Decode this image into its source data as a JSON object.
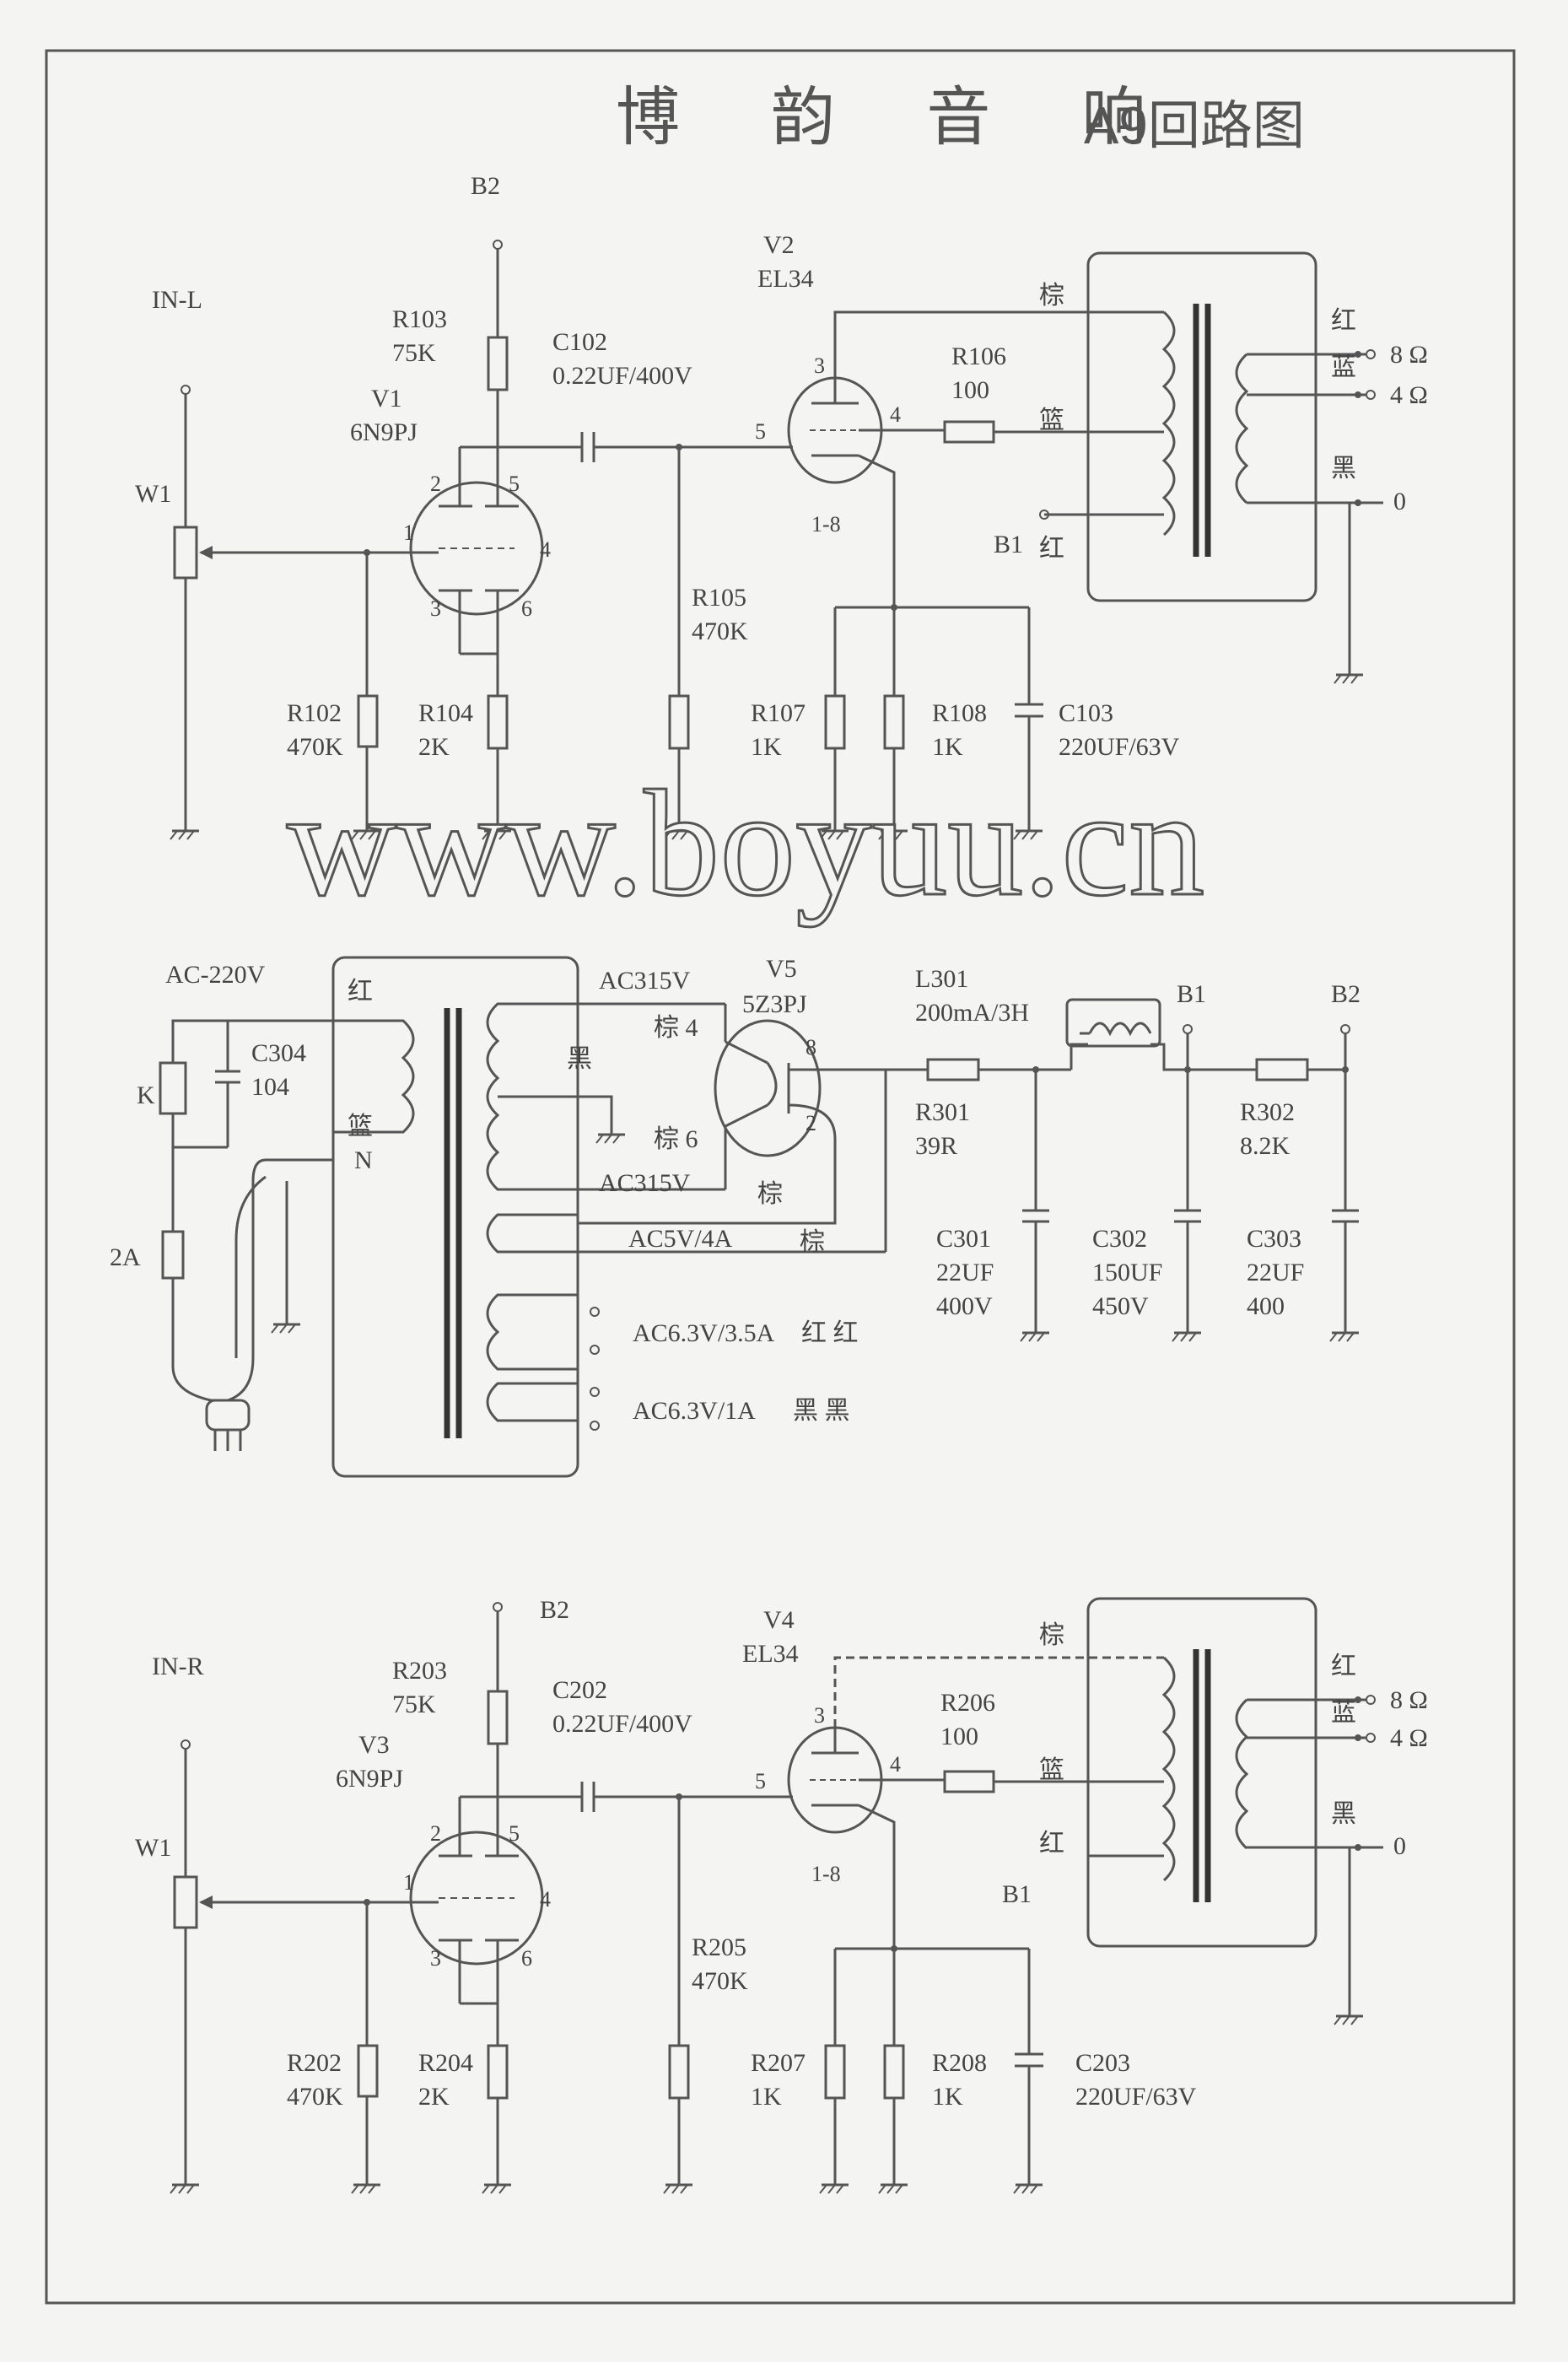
{
  "title": "博 韵 音 响",
  "subtitle": "A9回路图",
  "watermark": "www.boyuu.cn",
  "left_channel": {
    "input": "IN-L",
    "pot": "W1",
    "supply": "B2",
    "r103_name": "R103",
    "r103_val": "75K",
    "c102_name": "C102",
    "c102_val": "0.22UF/400V",
    "v1_name": "V1",
    "v1_type": "6N9PJ",
    "r102_name": "R102",
    "r102_val": "470K",
    "r104_name": "R104",
    "r104_val": "2K",
    "r105_name": "R105",
    "r105_val": "470K",
    "v2_name": "V2",
    "v2_type": "EL34",
    "r106_name": "R106",
    "r106_val": "100",
    "r107_name": "R107",
    "r107_val": "1K",
    "r108_name": "R108",
    "r108_val": "1K",
    "c103_name": "C103",
    "c103_val": "220UF/63V",
    "b1": "B1",
    "pins": {
      "p1": "1",
      "p2": "2",
      "p3": "3",
      "p4": "4",
      "p5": "5",
      "p6": "6",
      "op3": "3",
      "op4": "4",
      "op5": "5",
      "op18": "1-8"
    },
    "out_brown": "棕",
    "out_basket": "篮",
    "out_red": "红",
    "sec_red": "红",
    "sec_blue": "蓝",
    "sec_black": "黑",
    "tap8": "8 Ω",
    "tap4": "4 Ω",
    "tap0": "0"
  },
  "power": {
    "mains": "AC-220V",
    "c304_name": "C304",
    "c304_val": "104",
    "switch": "K",
    "fuse": "2A",
    "pri_red": "红",
    "pri_basket": "篮",
    "pri_n": "N",
    "hv1": "AC315V",
    "hv2": "AC315V",
    "black": "黑",
    "brown4": "棕 4",
    "brown6": "棕 6",
    "v5_name": "V5",
    "v5_type": "5Z3PJ",
    "pin8": "8",
    "pin2": "2",
    "rect_brown": "棕",
    "ac5v": "AC5V/4A",
    "ac5v_brown": "棕",
    "ac63a": "AC6.3V/3.5A",
    "ac63a_col": "红 红",
    "ac63b": "AC6.3V/1A",
    "ac63b_col": "黑 黑",
    "l301_name": "L301",
    "l301_val": "200mA/3H",
    "r301_name": "R301",
    "r301_val": "39R",
    "b1": "B1",
    "b2": "B2",
    "r302_name": "R302",
    "r302_val": "8.2K",
    "c301_name": "C301",
    "c301_v1": "22UF",
    "c301_v2": "400V",
    "c302_name": "C302",
    "c302_v1": "150UF",
    "c302_v2": "450V",
    "c303_name": "C303",
    "c303_v1": "22UF",
    "c303_v2": "400"
  },
  "right_channel": {
    "input": "IN-R",
    "pot": "W1",
    "supply": "B2",
    "r203_name": "R203",
    "r203_val": "75K",
    "c202_name": "C202",
    "c202_val": "0.22UF/400V",
    "v3_name": "V3",
    "v3_type": "6N9PJ",
    "r202_name": "R202",
    "r202_val": "470K",
    "r204_name": "R204",
    "r204_val": "2K",
    "r205_name": "R205",
    "r205_val": "470K",
    "v4_name": "V4",
    "v4_type": "EL34",
    "r206_name": "R206",
    "r206_val": "100",
    "r207_name": "R207",
    "r207_val": "1K",
    "r208_name": "R208",
    "r208_val": "1K",
    "c203_name": "C203",
    "c203_val": "220UF/63V",
    "b1": "B1",
    "pins": {
      "p1": "1",
      "p2": "2",
      "p3": "3",
      "p4": "4",
      "p5": "5",
      "p6": "6",
      "op3": "3",
      "op4": "4",
      "op5": "5",
      "op18": "1-8"
    },
    "out_brown": "棕",
    "out_basket": "篮",
    "out_red": "红",
    "sec_red": "红",
    "sec_blue": "蓝",
    "sec_black": "黑",
    "tap8": "8 Ω",
    "tap4": "4 Ω",
    "tap0": "0"
  }
}
